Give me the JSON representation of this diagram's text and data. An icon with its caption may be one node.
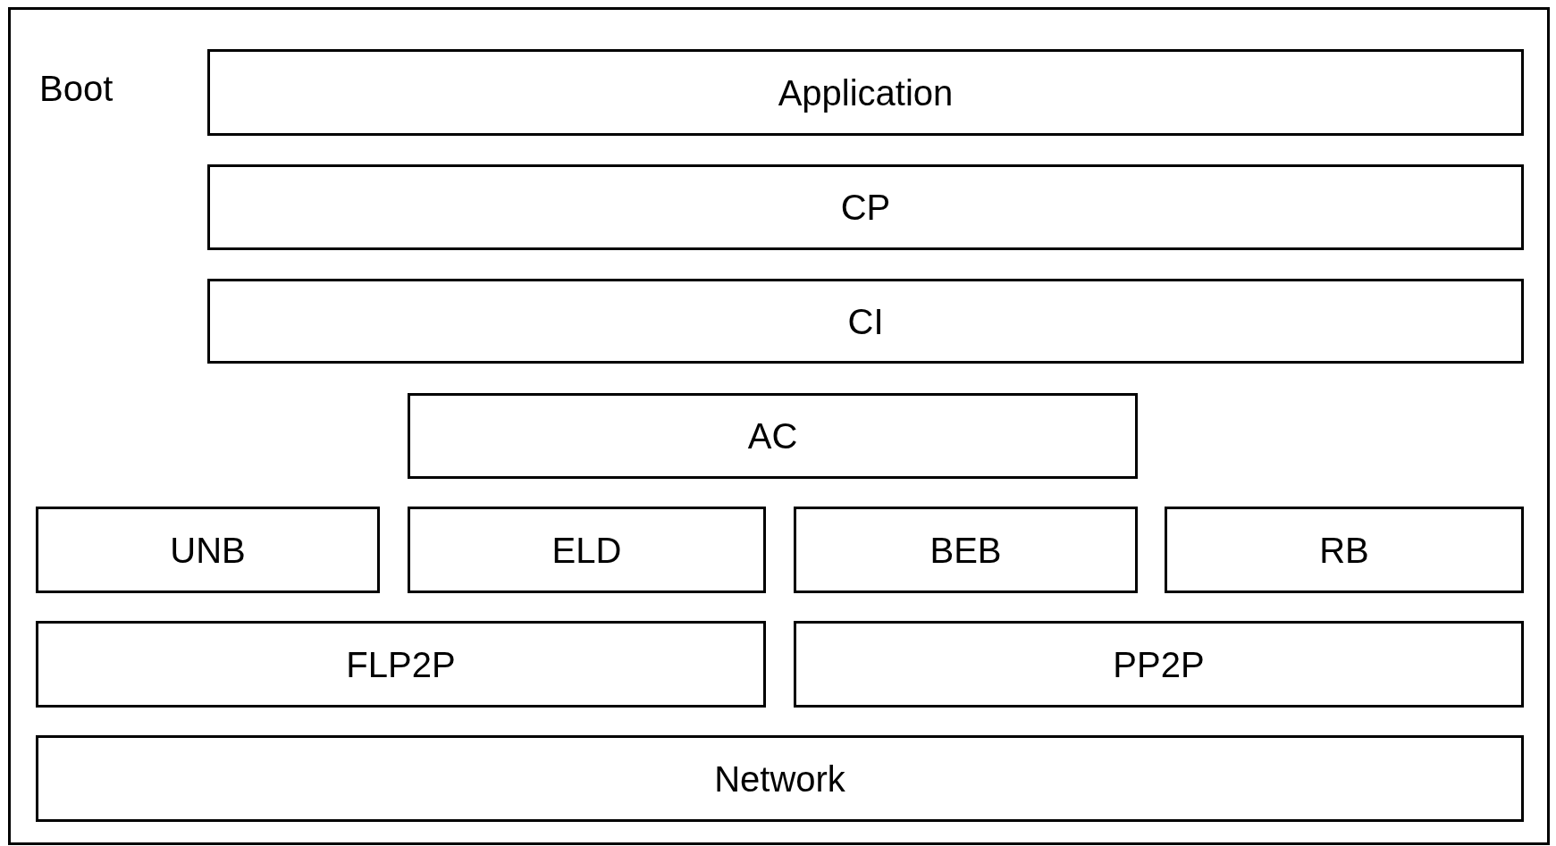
{
  "diagram": {
    "nodes": [
      {
        "text": [
          "Boot"
        ]
      },
      {
        "text": [
          "Application"
        ],
        "in": 0
      },
      {
        "text": [
          "CP"
        ],
        "in": 0
      },
      {
        "text": [
          "CI"
        ],
        "in": 0
      },
      {
        "text": [
          "AC"
        ],
        "in": 0
      },
      {
        "text": [
          "UNB"
        ],
        "in": 0
      },
      {
        "text": [
          "ELD"
        ],
        "in": 0
      },
      {
        "text": [
          "BEB"
        ],
        "in": 0
      },
      {
        "text": [
          "RB"
        ],
        "in": 0
      },
      {
        "text": [
          "FLP2P"
        ],
        "in": 0
      },
      {
        "text": [
          "PP2P"
        ],
        "in": 0
      },
      {
        "text": [
          "Network"
        ],
        "in": 0
      }
    ]
  }
}
